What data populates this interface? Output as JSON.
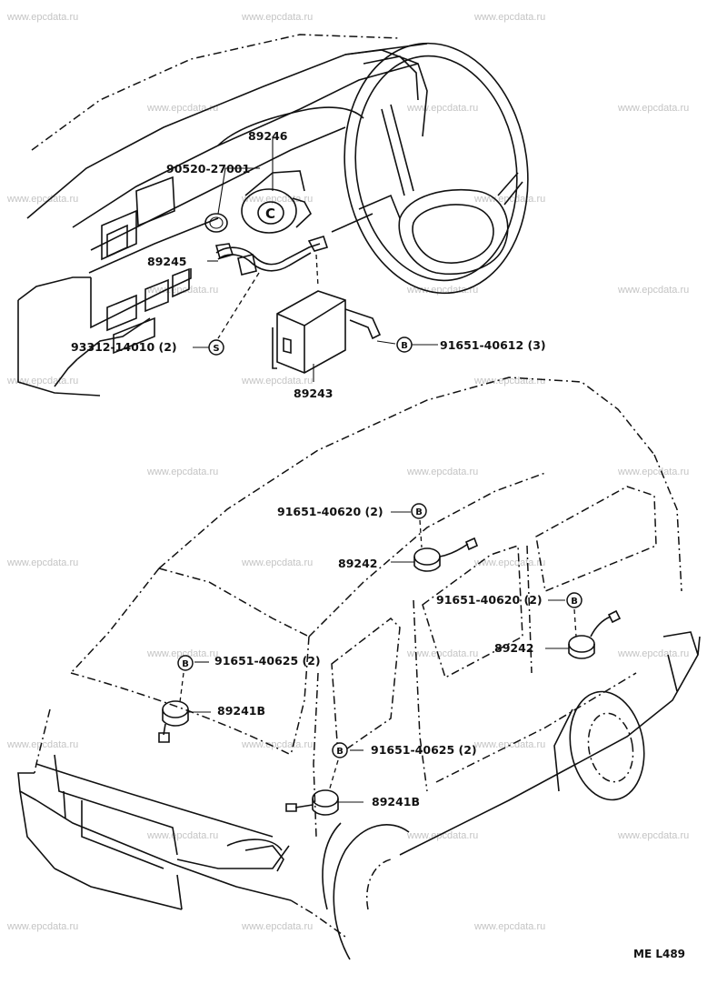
{
  "watermark": "www.epcdata.ru",
  "diagram_code": "ME L489",
  "symbols": {
    "bolt": "B",
    "screw": "S"
  },
  "parts": {
    "p89246": "89246",
    "p90520": "90520-27001",
    "p89245": "89245",
    "p93312": "93312-14010 (2)",
    "p89243": "89243",
    "p91651_612": "91651-40612 (3)",
    "p91651_620a": "91651-40620 (2)",
    "p89242a": "89242",
    "p91651_620b": "91651-40620 (2)",
    "p89242b": "89242",
    "p91651_625a": "91651-40625 (2)",
    "p89241a": "89241B",
    "p91651_625b": "91651-40625 (2)",
    "p89241b": "89241B"
  }
}
